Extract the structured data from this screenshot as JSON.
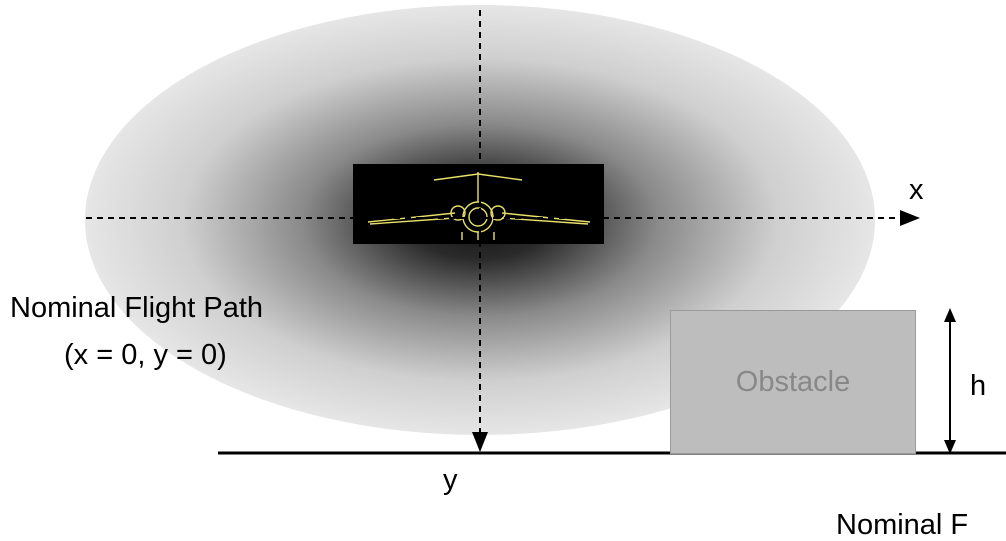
{
  "diagram": {
    "path_label": "Nominal Flight Path",
    "path_coords": "(x = 0, y = 0)",
    "x_axis_label": "x",
    "y_axis_label": "y",
    "obstacle_label": "Obstacle",
    "height_label": "h",
    "surface_label": "Nominal F"
  },
  "colors": {
    "background": "#ffffff",
    "halo_outer": "#e6e6e6",
    "halo_core": "#1a1a1a",
    "obstacle_fill": "#bdbdbd",
    "obstacle_text": "#888888",
    "aircraft_bg": "#000000",
    "aircraft_lines": "#e8e06a"
  },
  "icons": {
    "aircraft": "aircraft-front-view-icon"
  }
}
